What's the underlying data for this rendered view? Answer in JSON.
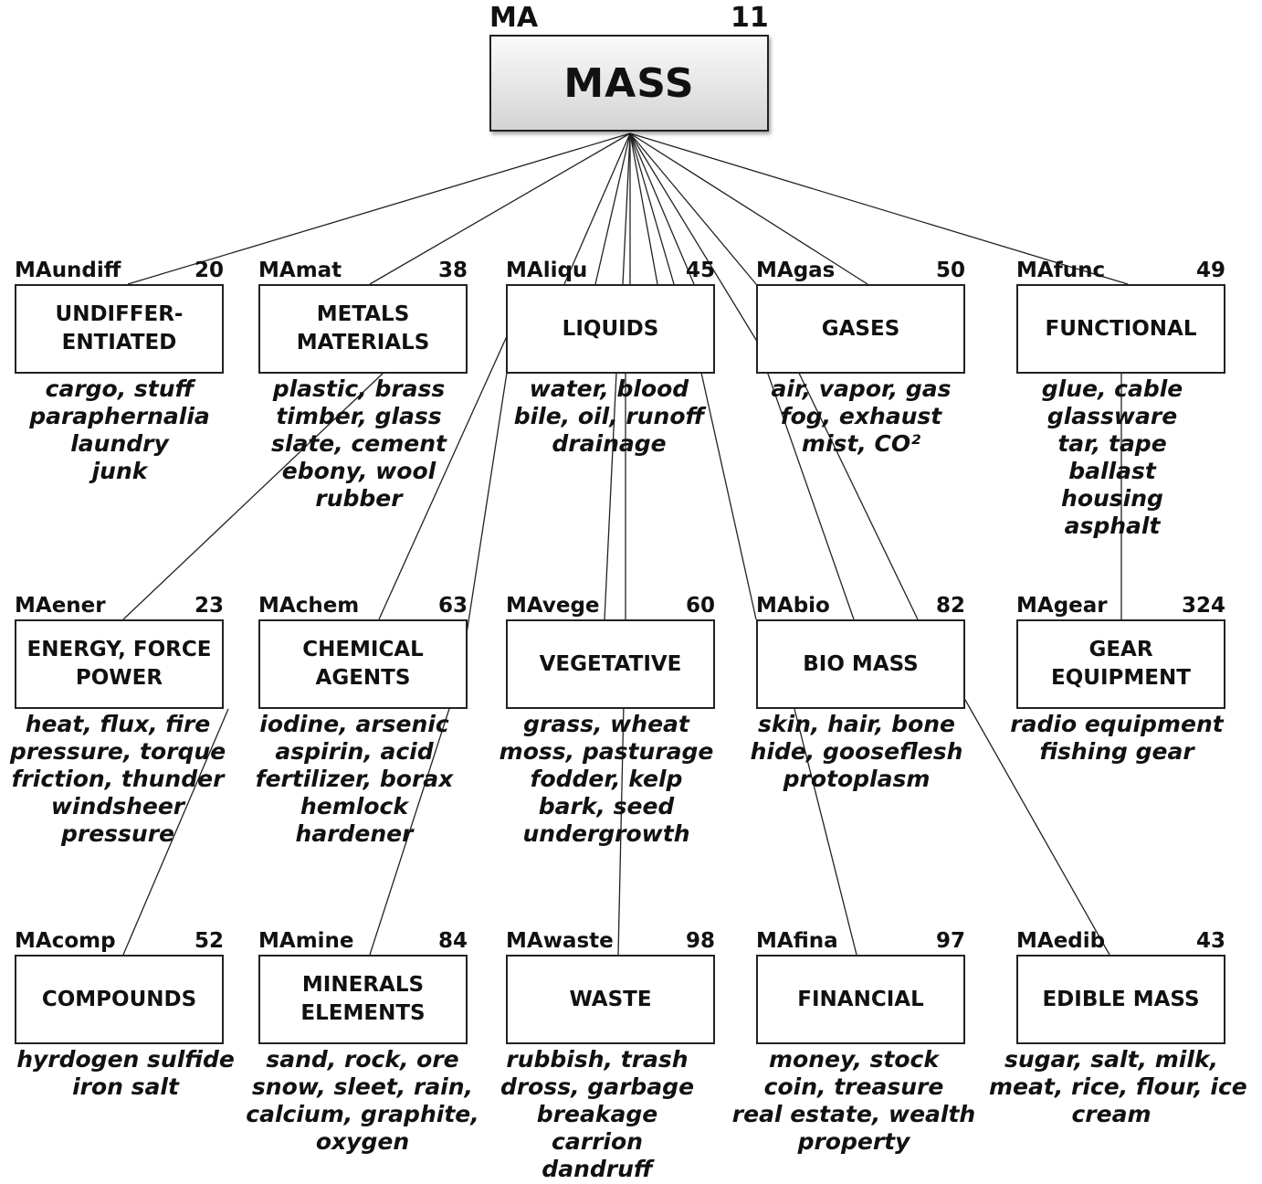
{
  "root": {
    "code": "MA",
    "count": "11",
    "title": "MASS"
  },
  "nodes": [
    {
      "code": "MAundiff",
      "count": "20",
      "title": "UNDIFFER-\nENTIATED",
      "examples": [
        "cargo, stuff",
        "paraphernalia",
        "laundry",
        "junk"
      ]
    },
    {
      "code": "MAmat",
      "count": "38",
      "title": "METALS\nMATERIALS",
      "examples": [
        "plastic, brass",
        "timber, glass",
        "slate, cement",
        "ebony, wool",
        "rubber"
      ]
    },
    {
      "code": "MAliqu",
      "count": "45",
      "title": "LIQUIDS",
      "examples": [
        "water, blood",
        "bile, oil,  runoff",
        "drainage"
      ]
    },
    {
      "code": "MAgas",
      "count": "50",
      "title": "GASES",
      "examples": [
        "air, vapor, gas",
        "fog, exhaust",
        "mist, CO²"
      ]
    },
    {
      "code": "MAfunc",
      "count": "49",
      "title": "FUNCTIONAL",
      "examples": [
        "glue, cable",
        "glassware",
        "tar, tape",
        "ballast",
        "housing",
        "asphalt"
      ]
    },
    {
      "code": "MAener",
      "count": "23",
      "title": "ENERGY, FORCE\nPOWER",
      "examples": [
        "heat, flux, fire",
        "pressure, torque",
        "friction, thunder",
        "windsheer",
        "pressure"
      ]
    },
    {
      "code": "MAchem",
      "count": "63",
      "title": "CHEMICAL\nAGENTS",
      "examples": [
        "iodine, arsenic",
        "aspirin, acid",
        "fertilizer, borax",
        "hemlock",
        "hardener"
      ]
    },
    {
      "code": "MAvege",
      "count": "60",
      "title": "VEGETATIVE",
      "examples": [
        "grass, wheat",
        "moss, pasturage",
        "fodder, kelp",
        "bark, seed",
        "undergrowth"
      ]
    },
    {
      "code": "MAbio",
      "count": "82",
      "title": "BIO MASS",
      "examples": [
        "skin, hair, bone",
        "hide, gooseflesh",
        "protoplasm"
      ]
    },
    {
      "code": "MAgear",
      "count": "324",
      "title": "GEAR\nEQUIPMENT",
      "examples": [
        "radio equipment",
        "fishing gear"
      ]
    },
    {
      "code": "MAcomp",
      "count": "52",
      "title": "COMPOUNDS",
      "examples": [
        "hyrdogen sulfide",
        "iron salt"
      ]
    },
    {
      "code": "MAmine",
      "count": "84",
      "title": "MINERALS\nELEMENTS",
      "examples": [
        "sand, rock, ore",
        "snow, sleet, rain,",
        "calcium, graphite,",
        "oxygen"
      ]
    },
    {
      "code": "MAwaste",
      "count": "98",
      "title": "WASTE",
      "examples": [
        "rubbish,  trash",
        "dross, garbage",
        "breakage",
        "carrion",
        "dandruff"
      ]
    },
    {
      "code": "MAfina",
      "count": "97",
      "title": "FINANCIAL",
      "examples": [
        "money, stock",
        "coin, treasure",
        "real estate, wealth",
        "property"
      ]
    },
    {
      "code": "MAedib",
      "count": "43",
      "title": "EDIBLE MASS",
      "examples": [
        "sugar, salt, milk,",
        "meat, rice, flour, ice",
        "cream"
      ]
    }
  ]
}
